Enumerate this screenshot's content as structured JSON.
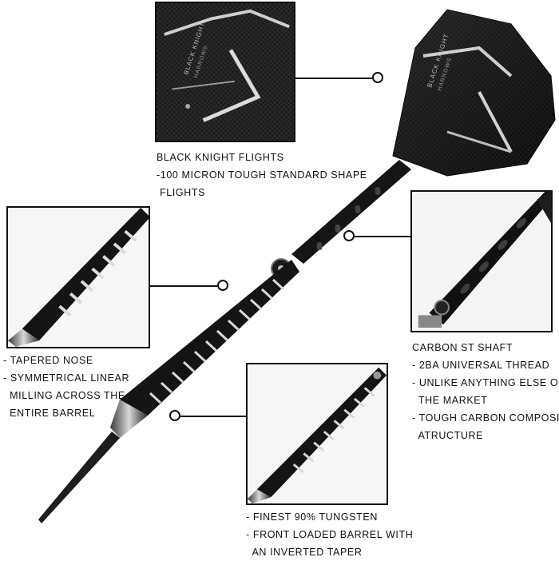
{
  "callouts": {
    "flights": {
      "title": "BLACK KNIGHT FLIGHTS",
      "lines": [
        "-100 MICRON TOUGH STANDARD SHAPE",
        " FLIGHTS"
      ]
    },
    "shaft": {
      "title": "CARBON ST SHAFT",
      "lines": [
        "- 2BA UNIVERSAL THREAD",
        "- UNLIKE ANYTHING ELSE ON",
        "  THE MARKET",
        "- TOUGH CARBON COMPOSITE",
        "  ATRUCTURE"
      ]
    },
    "nose": {
      "lines": [
        "- TAPERED NOSE",
        "- SYMMETRICAL LINEAR",
        "  MILLING ACROSS THE",
        "  ENTIRE BARREL"
      ]
    },
    "barrel": {
      "lines": [
        "- FINEST 90% TUNGSTEN",
        "- FRONT LOADED BARREL WITH",
        "  AN INVERTED TAPER"
      ]
    }
  },
  "flight_print": {
    "brand_line_1": "BLACK KNIGHT",
    "brand_line_2": "HARROWS"
  },
  "colors": {
    "ink": "#111111",
    "flight_dark": "#1a1a1a",
    "flight_stripe": "#cfcfcf",
    "metal": "#9a9a9a",
    "background": "#ffffff"
  }
}
